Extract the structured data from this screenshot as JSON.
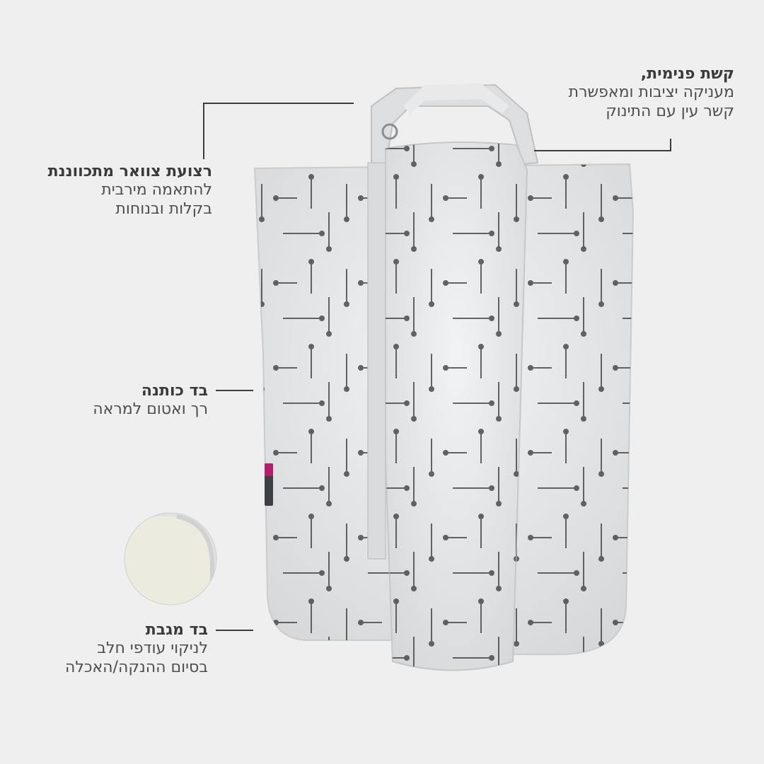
{
  "callouts": {
    "inner_loop": {
      "title": "קשת פנימית,",
      "line1": "מעניקה יציבות ומאפשרת",
      "line2": "קשר עין עם התינוק"
    },
    "neck_strap": {
      "title": "רצועת צוואר מתכווננת",
      "line1": "להתאמה מירבית",
      "line2": "בקלות ובנוחות"
    },
    "cotton_fabric": {
      "title": "בד כותנה",
      "line1": "רך ואטום למראה"
    },
    "towel_fabric": {
      "title": "בד מגבת",
      "line1": "לניקוי עודפי חלב",
      "line2": "בסיום ההנקה/האכלה"
    }
  },
  "product": {
    "label_icon": "brand-tag-icon"
  },
  "colors": {
    "background": "#efefef",
    "fabric": "#e2e4e5",
    "pattern": "#4a4a4a",
    "text": "#3a3a3a",
    "towel": "#ecebe0"
  }
}
